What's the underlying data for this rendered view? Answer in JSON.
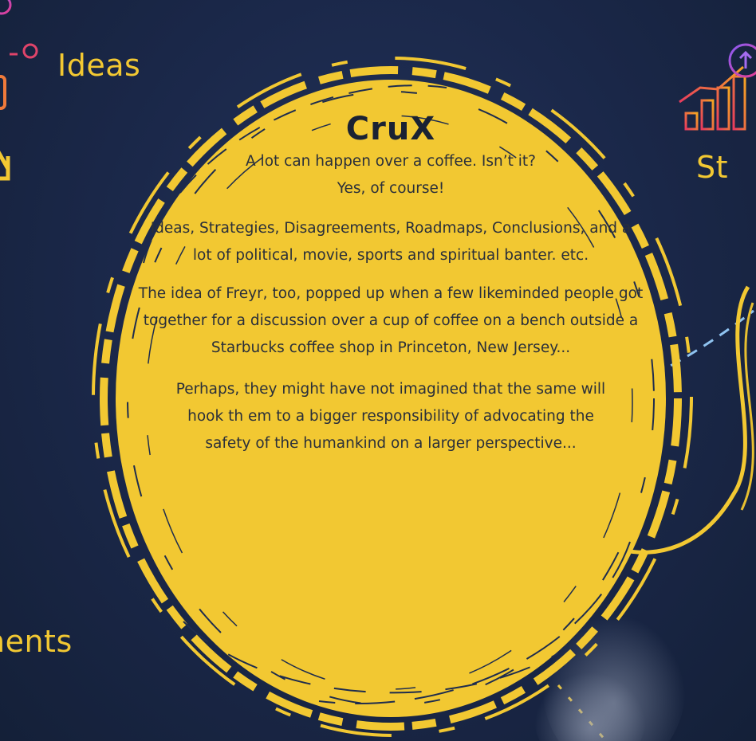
{
  "labels": {
    "ideas": "Ideas",
    "strategies": "St",
    "disagreements": "nents"
  },
  "crux": {
    "title": "CruX",
    "lead": "A lot can happen over a coffee. Isn’t it?",
    "lead2": "Yes, of course!",
    "para1": "Ideas, Strategies, Disagreements, Roadmaps, Conclusions, and a lot of political, movie, sports and spiritual banter. etc.",
    "para2": "The idea of Freyr, too, popped up when a few likeminded people got together for a discussion over a cup of coffee on a bench outside a Starbucks coffee shop in Princeton, New Jersey...",
    "para3": "Perhaps, they might have not imagined that the same will hook th em to a bigger responsibility of advocating the safety of the humankind on a larger perspective..."
  },
  "colors": {
    "background": "#1c2a4a",
    "accent_yellow": "#f2c832",
    "text_dark": "#1a2233",
    "icon_gradient": [
      "#e83b5e",
      "#f5a623"
    ]
  },
  "icons": [
    "network-icon",
    "arrow-down-right-icon",
    "growth-chart-icon",
    "up-arrow-circle-icon",
    "steam-icon"
  ]
}
